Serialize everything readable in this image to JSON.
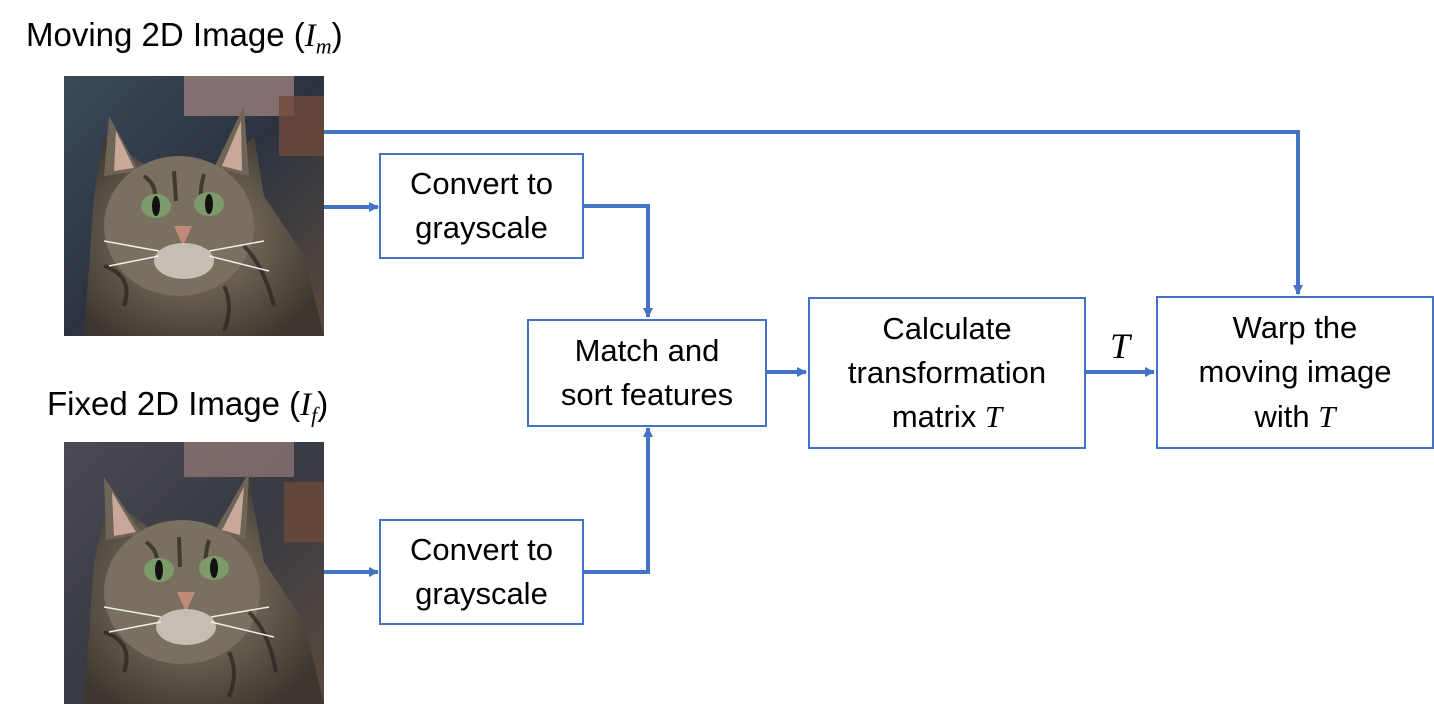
{
  "colors": {
    "flow": "#4472c4",
    "box_border": "#4472c4"
  },
  "images": {
    "moving": {
      "title_prefix": "Moving 2D Image (",
      "symbol_base": "I",
      "symbol_sub": "m",
      "title_suffix": ")",
      "picture": "cat-photo"
    },
    "fixed": {
      "title_prefix": "Fixed 2D Image (",
      "symbol_base": "I",
      "symbol_sub": "f",
      "title_suffix": ")",
      "picture": "cat-photo"
    }
  },
  "boxes": {
    "gray_top": {
      "line1": "Convert to",
      "line2": "grayscale"
    },
    "gray_bottom": {
      "line1": "Convert to",
      "line2": "grayscale"
    },
    "match": {
      "line1": "Match and",
      "line2": "sort features"
    },
    "calc": {
      "line1": "Calculate",
      "line2": "transformation",
      "line3_text": "matrix ",
      "line3_math": "T"
    },
    "warp": {
      "line1": "Warp the",
      "line2": "moving image",
      "line3_text": "with ",
      "line3_math": "T"
    }
  },
  "edge_labels": {
    "t": "T"
  }
}
